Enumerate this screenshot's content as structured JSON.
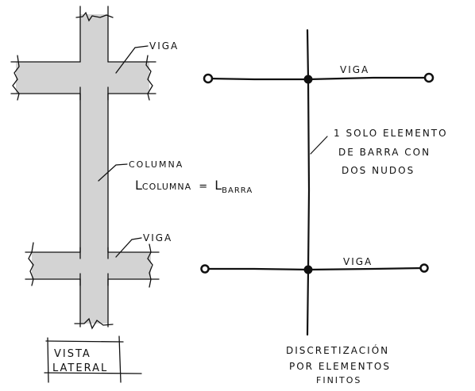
{
  "lateral_view": {
    "beam_top_label": "VIGA",
    "column_label": "COLUMNA",
    "length_eq_left": "L",
    "length_eq_sub_left": "COLUMNA",
    "length_eq_mid": "=",
    "length_eq_right": "L",
    "length_eq_sub_right": "BARRA",
    "beam_bottom_label": "VIGA",
    "title_line1": "VISTA",
    "title_line2": "LATERAL"
  },
  "fem_view": {
    "beam_top_label": "VIGA",
    "element_note_line1": "1 SOLO ELEMENTO",
    "element_note_line2": "DE BARRA CON",
    "element_note_line3": "DOS NUDOS",
    "beam_bottom_label": "VIGA",
    "caption_line1": "DISCRETIZACIÓN",
    "caption_line2": "POR ELEMENTOS",
    "caption_line3": "FINITOS"
  },
  "colors": {
    "fill": "#d3d3d3",
    "ink": "#111111"
  }
}
